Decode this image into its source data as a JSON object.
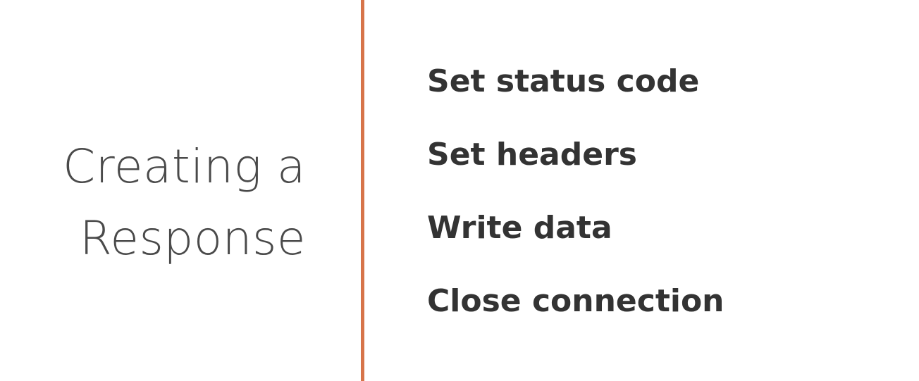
{
  "title": {
    "line1": "Creating a",
    "line2": "Response"
  },
  "colors": {
    "background": "#ffffff",
    "title_text": "#4a4a4a",
    "divider": "#d7744a",
    "list_text": "#333333"
  },
  "steps": [
    "Set status code",
    "Set headers",
    "Write data",
    "Close connection"
  ]
}
